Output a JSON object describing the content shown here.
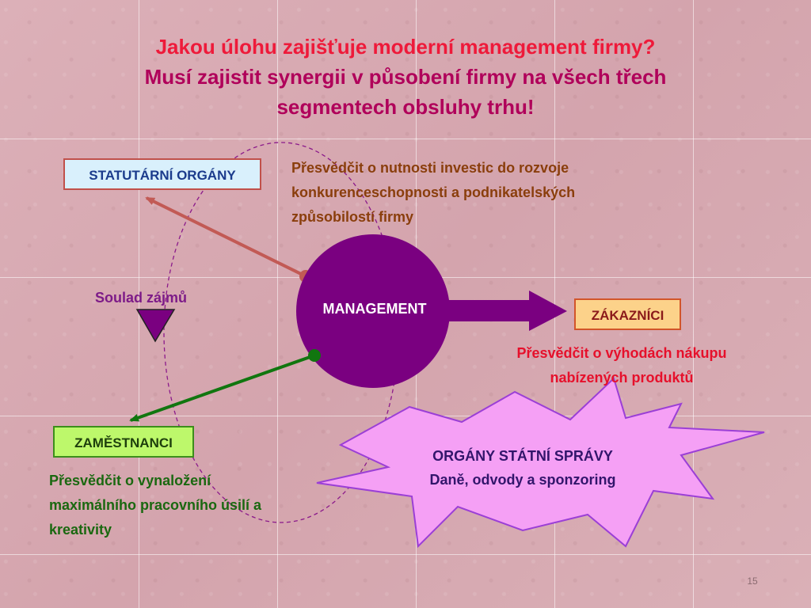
{
  "title": {
    "line1": "Jakou úlohu zajišťuje moderní management firmy?",
    "line2": "Musí zajistit synergii v působení firmy na všech třech",
    "line3": "segmentech obsluhy trhu!"
  },
  "center": {
    "label": "MANAGEMENT",
    "color": "#7a0080"
  },
  "nodes": {
    "statutarni": {
      "label": "STATUTÁRNÍ ORGÁNY",
      "text": [
        "Přesvědčit o nutnosti investic do rozvoje",
        "konkurenceschopnosti a podnikatelských",
        "způsobilostí firmy"
      ],
      "arrow_color": "#c25a55"
    },
    "zakaznici": {
      "label": "ZÁKAZNÍCI",
      "text": [
        "Přesvědčit o výhodách nákupu",
        "nabízených produktů"
      ],
      "arrow_color": "#7a0080"
    },
    "zamestnanci": {
      "label": "ZAMĚSTNANCI",
      "text": [
        "Přesvědčit o vynaložení",
        "maximálního pracovního úsilí a",
        "kreativity"
      ],
      "arrow_color": "#11760f"
    }
  },
  "soulad": {
    "label": "Soulad zájmů",
    "triangle_color": "#7a0080"
  },
  "state": {
    "line1": "ORGÁNY STÁTNÍ SPRÁVY",
    "line2": "Daně, odvody a sponzoring",
    "fill": "#f5a0f5",
    "stroke": "#9b3fd6"
  },
  "page_number": "15"
}
